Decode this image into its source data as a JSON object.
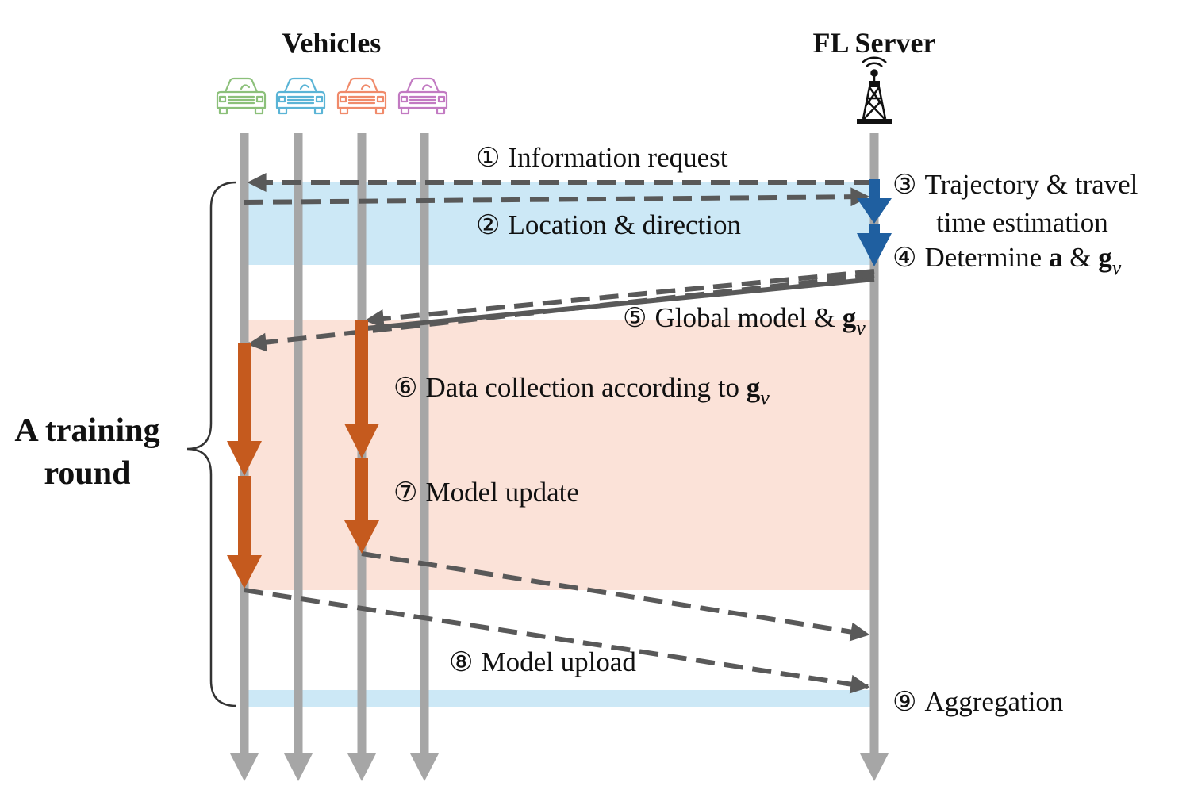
{
  "headers": {
    "vehicles": "Vehicles",
    "server": "FL Server"
  },
  "round_label": {
    "line1": "A training",
    "line2": "round"
  },
  "icons": {
    "car_colors": [
      "#8cc07a",
      "#5ab4d6",
      "#f08a6a",
      "#c27ac2"
    ],
    "car_names": [
      "car-green-icon",
      "car-blue-icon",
      "car-orange-icon",
      "car-purple-icon"
    ],
    "server_icon": "tower-icon"
  },
  "colors": {
    "lifeline": "#a6a6a6",
    "blue_band": "#cce8f6",
    "orange_band": "#fbe2d8",
    "dashed_arrow": "#595959",
    "server_arrow": "#1f5fa0",
    "vehicle_arrow": "#c55a1e"
  },
  "steps": [
    {
      "num": "①",
      "text": "Information request"
    },
    {
      "num": "②",
      "text": "Location & direction"
    },
    {
      "num": "③",
      "text": "Trajectory & travel",
      "text2": "time estimation"
    },
    {
      "num": "④",
      "text": "Determine ",
      "bold1": "a",
      "mid": " & ",
      "bold2": "g",
      "sub": "v"
    },
    {
      "num": "⑤",
      "text": "Global model & ",
      "bold": "g",
      "sub": "v"
    },
    {
      "num": "⑥",
      "text": "Data collection according to ",
      "bold": "g",
      "sub": "v"
    },
    {
      "num": "⑦",
      "text": "Model update"
    },
    {
      "num": "⑧",
      "text": "Model upload"
    },
    {
      "num": "⑨",
      "text": "Aggregation"
    }
  ]
}
